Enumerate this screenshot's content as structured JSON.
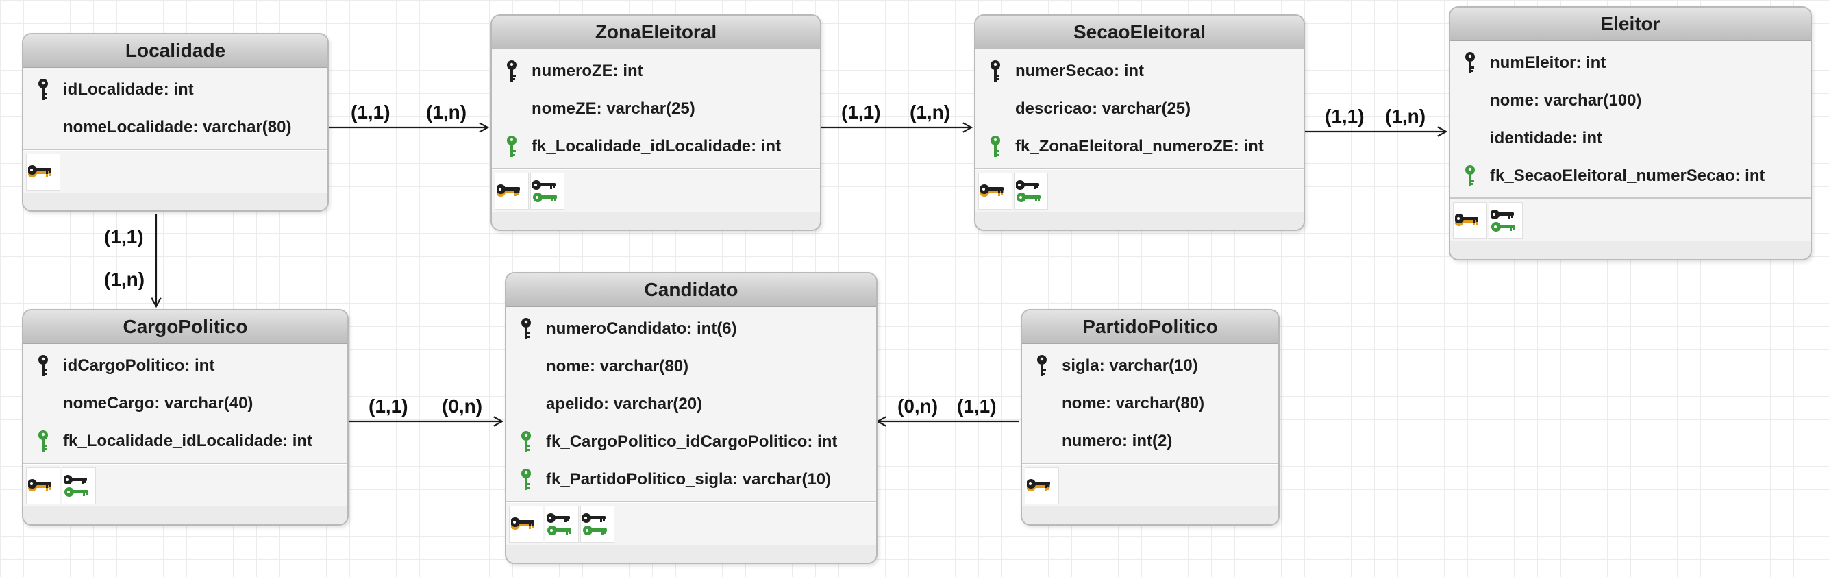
{
  "diagram": {
    "colors": {
      "primary_key": "#1f1f1f",
      "foreign_key": "#3a9c3a",
      "index_key": "#e39a1a"
    },
    "entities": [
      {
        "id": "localidade",
        "title": "Localidade",
        "fields": [
          {
            "name": "idLocalidade: int",
            "key": "pk"
          },
          {
            "name": "nomeLocalidade: varchar(80)",
            "key": "none"
          }
        ],
        "indexes": [
          "primary-index-icon"
        ]
      },
      {
        "id": "zonaeleitoral",
        "title": "ZonaEleitoral",
        "fields": [
          {
            "name": "numeroZE: int",
            "key": "pk"
          },
          {
            "name": "nomeZE: varchar(25)",
            "key": "none"
          },
          {
            "name": "fk_Localidade_idLocalidade: int",
            "key": "fk"
          }
        ],
        "indexes": [
          "primary-index-icon",
          "foreign-index-icon"
        ]
      },
      {
        "id": "secaoeleitoral",
        "title": "SecaoEleitoral",
        "fields": [
          {
            "name": "numerSecao: int",
            "key": "pk"
          },
          {
            "name": "descricao: varchar(25)",
            "key": "none"
          },
          {
            "name": "fk_ZonaEleitoral_numeroZE: int",
            "key": "fk"
          }
        ],
        "indexes": [
          "primary-index-icon",
          "foreign-index-icon"
        ]
      },
      {
        "id": "eleitor",
        "title": "Eleitor",
        "fields": [
          {
            "name": "numEleitor: int",
            "key": "pk"
          },
          {
            "name": "nome: varchar(100)",
            "key": "none"
          },
          {
            "name": "identidade: int",
            "key": "none"
          },
          {
            "name": "fk_SecaoEleitoral_numerSecao: int",
            "key": "fk"
          }
        ],
        "indexes": [
          "primary-index-icon",
          "foreign-index-icon"
        ]
      },
      {
        "id": "cargopolitico",
        "title": "CargoPolitico",
        "fields": [
          {
            "name": "idCargoPolitico: int",
            "key": "pk"
          },
          {
            "name": "nomeCargo: varchar(40)",
            "key": "none"
          },
          {
            "name": "fk_Localidade_idLocalidade: int",
            "key": "fk"
          }
        ],
        "indexes": [
          "primary-index-icon",
          "foreign-index-icon"
        ]
      },
      {
        "id": "candidato",
        "title": "Candidato",
        "fields": [
          {
            "name": "numeroCandidato: int(6)",
            "key": "pk"
          },
          {
            "name": "nome: varchar(80)",
            "key": "none"
          },
          {
            "name": "apelido: varchar(20)",
            "key": "none"
          },
          {
            "name": "fk_CargoPolitico_idCargoPolitico: int",
            "key": "fk"
          },
          {
            "name": "fk_PartidoPolitico_sigla: varchar(10)",
            "key": "fk"
          }
        ],
        "indexes": [
          "primary-index-icon",
          "foreign-index-icon",
          "foreign-index-icon"
        ]
      },
      {
        "id": "partidopolitico",
        "title": "PartidoPolitico",
        "fields": [
          {
            "name": "sigla: varchar(10)",
            "key": "pk"
          },
          {
            "name": "nome: varchar(80)",
            "key": "none"
          },
          {
            "name": "numero: int(2)",
            "key": "none"
          }
        ],
        "indexes": [
          "primary-index-icon"
        ]
      }
    ],
    "relationships": [
      {
        "from": "localidade",
        "to": "zonaeleitoral",
        "source_card": "(1,1)",
        "target_card": "(1,n)"
      },
      {
        "from": "zonaeleitoral",
        "to": "secaoeleitoral",
        "source_card": "(1,1)",
        "target_card": "(1,n)"
      },
      {
        "from": "secaoeleitoral",
        "to": "eleitor",
        "source_card": "(1,1)",
        "target_card": "(1,n)"
      },
      {
        "from": "localidade",
        "to": "cargopolitico",
        "source_card": "(1,1)",
        "target_card": "(1,n)"
      },
      {
        "from": "cargopolitico",
        "to": "candidato",
        "source_card": "(1,1)",
        "target_card": "(0,n)"
      },
      {
        "from": "partidopolitico",
        "to": "candidato",
        "source_card": "(1,1)",
        "target_card": "(0,n)"
      }
    ]
  }
}
